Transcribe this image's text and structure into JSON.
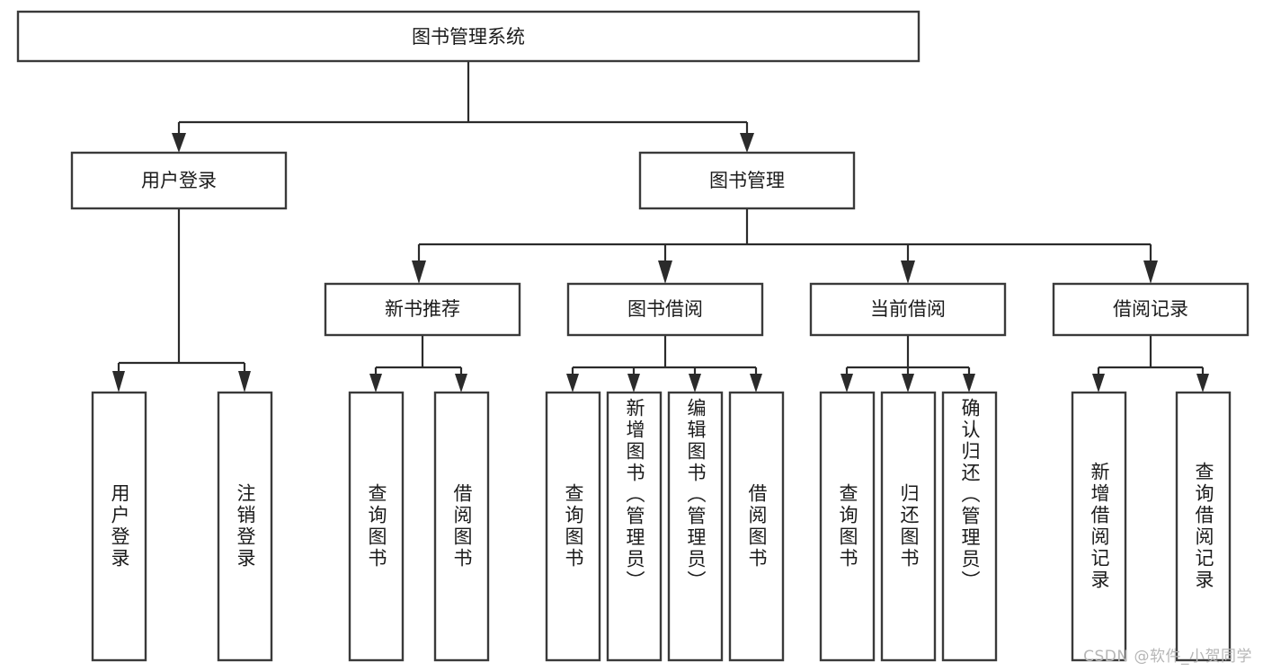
{
  "diagram": {
    "title": "图书管理系统",
    "type": "tree-hierarchy",
    "watermark": "CSDN @软件_小贺同学",
    "colors": {
      "background": "#ffffff",
      "box_stroke": "#3a3a3a",
      "connector": "#2b2b2b",
      "text": "#1b1b1b",
      "watermark": "#b6b6b6"
    },
    "nodes": {
      "root": {
        "label": "图书管理系统",
        "orientation": "horizontal",
        "level": 0
      },
      "l1": [
        {
          "id": "user-login",
          "label": "用户登录",
          "orientation": "horizontal",
          "level": 1
        },
        {
          "id": "book-manage",
          "label": "图书管理",
          "orientation": "horizontal",
          "level": 1
        }
      ],
      "l2": [
        {
          "id": "new-book-rec",
          "label": "新书推荐",
          "orientation": "horizontal",
          "level": 2,
          "parent": "book-manage"
        },
        {
          "id": "book-borrow",
          "label": "图书借阅",
          "orientation": "horizontal",
          "level": 2,
          "parent": "book-manage"
        },
        {
          "id": "current-borrow",
          "label": "当前借阅",
          "orientation": "horizontal",
          "level": 2,
          "parent": "book-manage"
        },
        {
          "id": "borrow-record",
          "label": "借阅记录",
          "orientation": "horizontal",
          "level": 2,
          "parent": "book-manage"
        }
      ],
      "leaves": [
        {
          "id": "leaf-user-login",
          "label": "用户登录",
          "orientation": "vertical",
          "parent": "user-login"
        },
        {
          "id": "leaf-user-logout",
          "label": "注销登录",
          "orientation": "vertical",
          "parent": "user-login"
        },
        {
          "id": "leaf-rec-query-book",
          "label": "查询图书",
          "orientation": "vertical",
          "parent": "new-book-rec"
        },
        {
          "id": "leaf-rec-borrow-book",
          "label": "借阅图书",
          "orientation": "vertical",
          "parent": "new-book-rec"
        },
        {
          "id": "leaf-borrow-query-book",
          "label": "查询图书",
          "orientation": "vertical",
          "parent": "book-borrow"
        },
        {
          "id": "leaf-borrow-add-book",
          "label": "新增图书（管理员）",
          "orientation": "vertical",
          "parent": "book-borrow"
        },
        {
          "id": "leaf-borrow-edit-book",
          "label": "编辑图书（管理员）",
          "orientation": "vertical",
          "parent": "book-borrow"
        },
        {
          "id": "leaf-borrow-borrow-book",
          "label": "借阅图书",
          "orientation": "vertical",
          "parent": "book-borrow"
        },
        {
          "id": "leaf-cur-query-book",
          "label": "查询图书",
          "orientation": "vertical",
          "parent": "current-borrow"
        },
        {
          "id": "leaf-cur-return-book",
          "label": "归还图书",
          "orientation": "vertical",
          "parent": "current-borrow"
        },
        {
          "id": "leaf-cur-confirm-return",
          "label": "确认归还（管理员）",
          "orientation": "vertical",
          "parent": "current-borrow"
        },
        {
          "id": "leaf-rec-add-record",
          "label": "新增借阅记录",
          "orientation": "vertical",
          "parent": "borrow-record"
        },
        {
          "id": "leaf-rec-query-record",
          "label": "查询借阅记录",
          "orientation": "vertical",
          "parent": "borrow-record"
        }
      ]
    }
  }
}
